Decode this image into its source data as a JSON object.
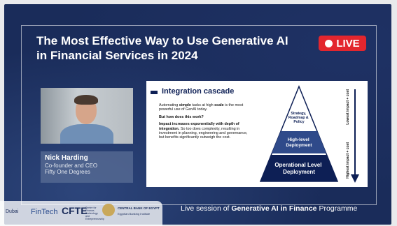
{
  "session": {
    "title_line1": "The Most Effective Way to Use Generative AI",
    "title_line2": "in Financial Services in 2024",
    "live_label": "LIVE",
    "caption_prefix": "Live session of ",
    "caption_bold": "Generative AI in Finance",
    "caption_suffix": " Programme"
  },
  "speaker": {
    "name": "Nick Harding",
    "role": "Co-founder and CEO",
    "company": "Fifty One Degrees"
  },
  "slide": {
    "heading": "Integration cascade",
    "p1_pre": "Automating ",
    "p1_bold": "simple",
    "p1_mid": " tasks at high ",
    "p1_bold2": "scale",
    "p1_post": " is the most powerful use of GenAI today.",
    "p2": "But how does this work?",
    "p3_bold": "Impact increases exponentially with depth of integration.",
    "p3_rest": "So too does complexity, resulting in investment in planning, engineering and governance, but benefits significantly outweigh the cost.",
    "tier_top": "Strategy, Roadmap & Policy",
    "tier_mid": "High-level Deployment",
    "tier_bottom": "Operational Level Deployment",
    "arrow_top": "Lowest impact + cost",
    "arrow_bottom": "Highest impact + cost"
  },
  "logos": {
    "logo1": "Dubai",
    "logo2": "FinTech",
    "logo3": "CFTE",
    "logo3_sub": "Centre for Finance, Technology and Entrepreneurship",
    "logo4": "CENTRAL BANK OF EGYPT",
    "logo4_sub": "Egyptian Banking Institute"
  },
  "colors": {
    "background": "#1a2c5a",
    "live": "#e3262e",
    "slide_dark": "#0d1f55",
    "tier_mid": "#2f4a8a",
    "tier_bottom": "#0d1f55"
  }
}
